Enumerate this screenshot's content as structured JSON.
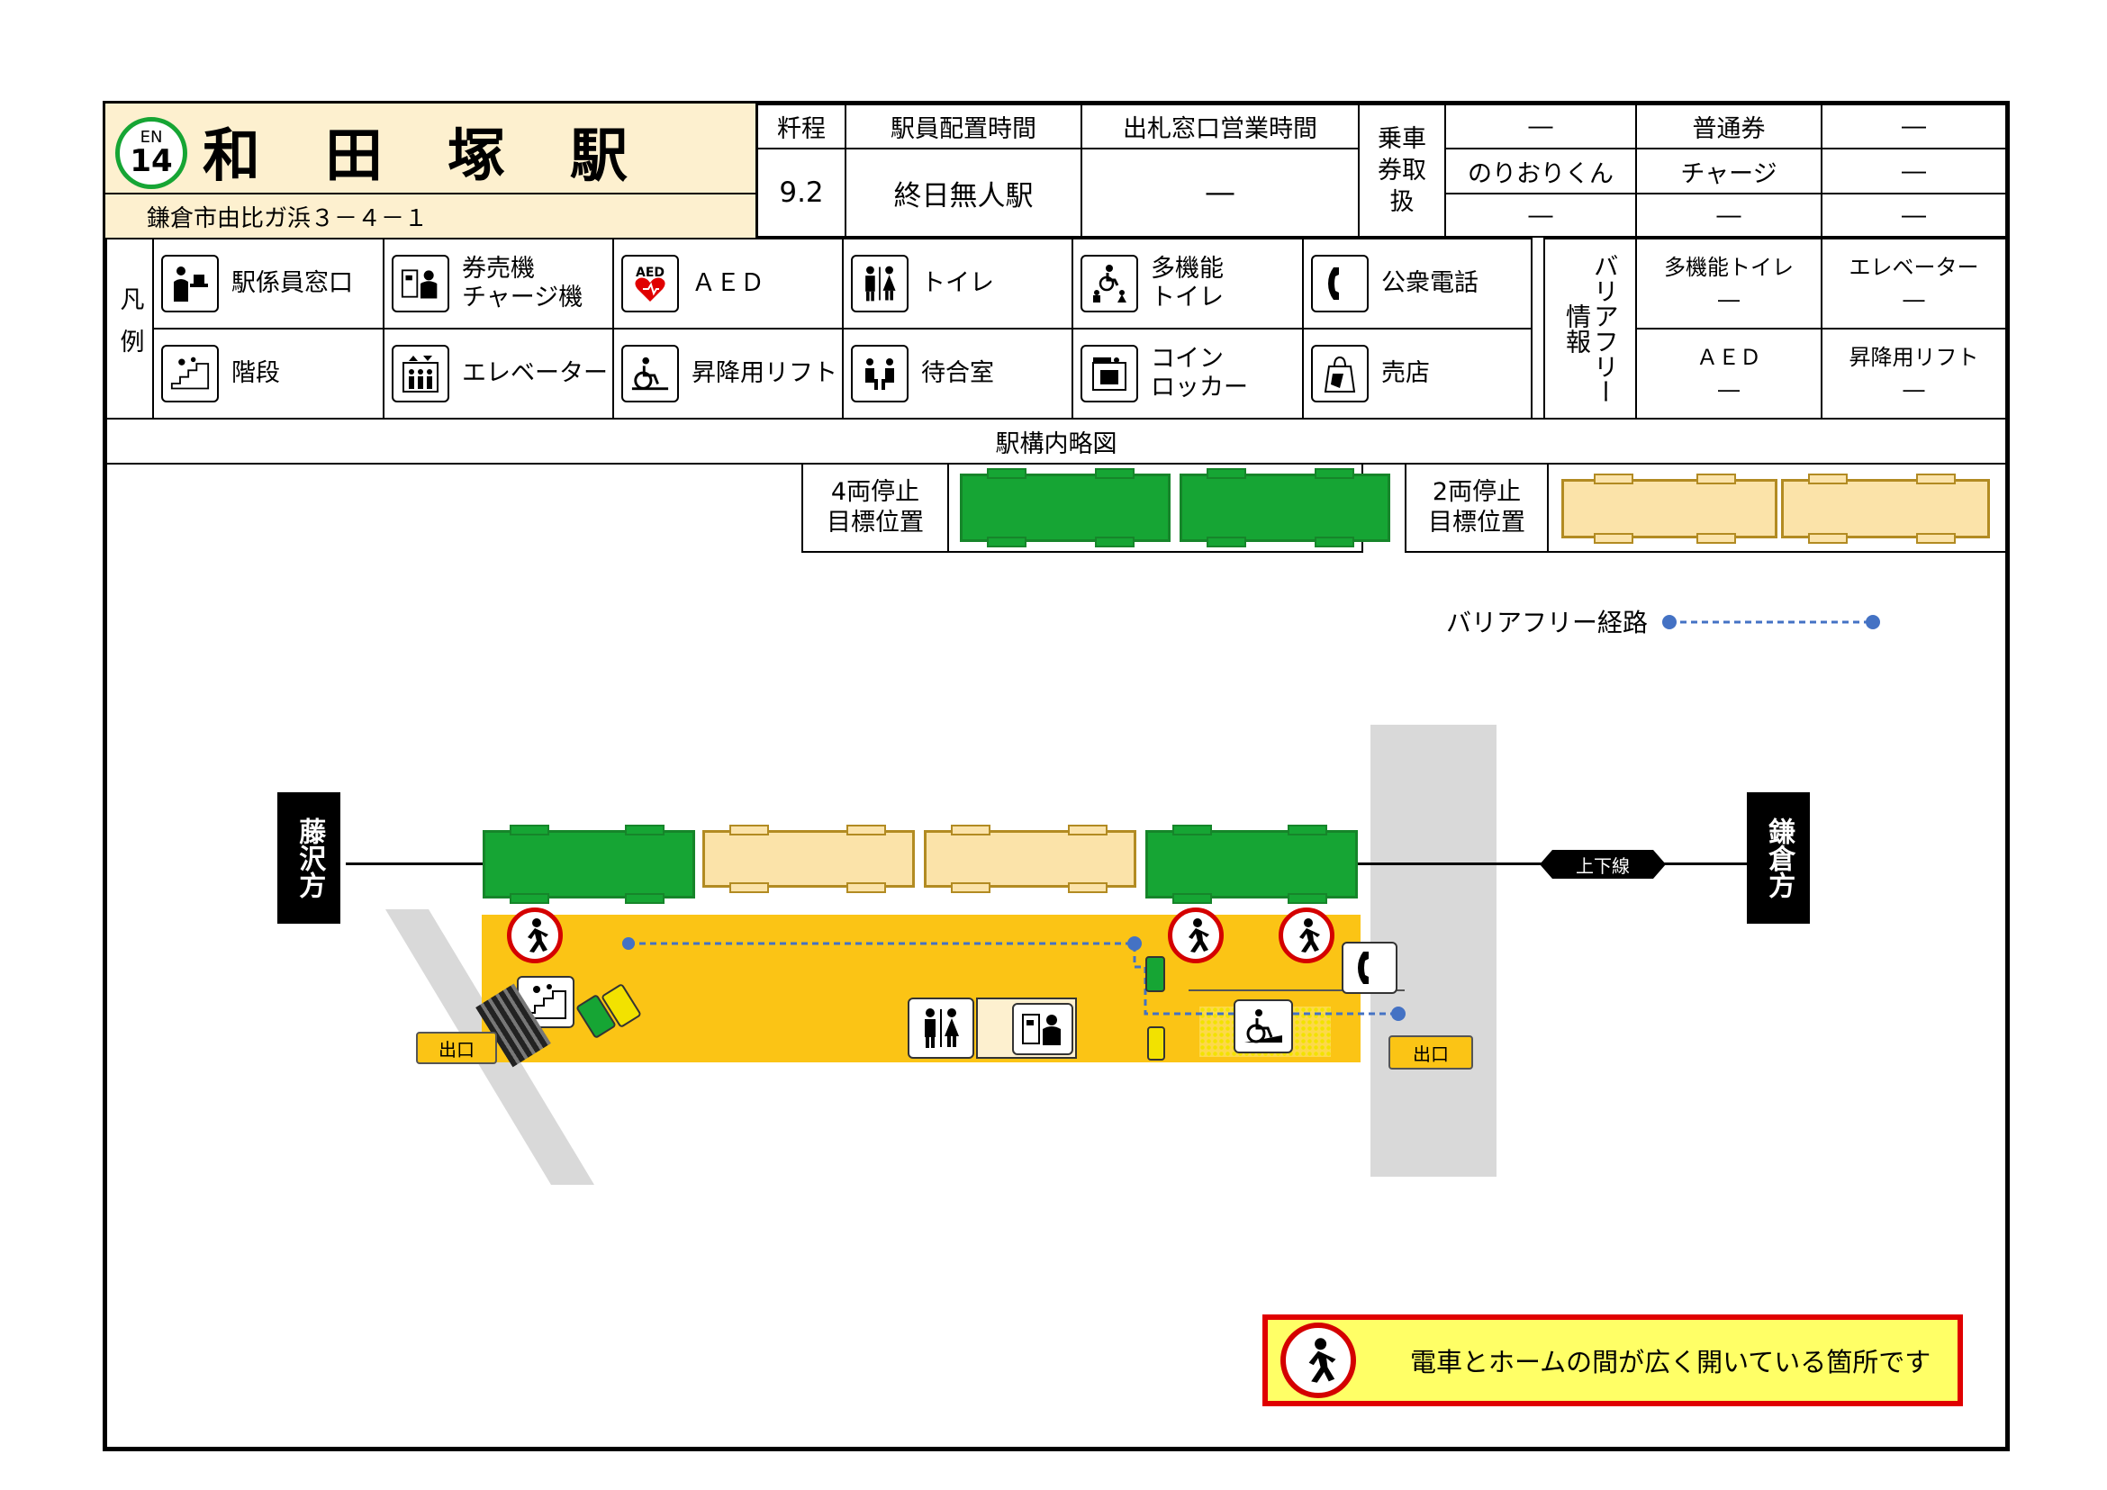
{
  "station": {
    "number_line": "EN",
    "number": "14",
    "name": "和　田　塚　駅",
    "address": "鎌倉市由比ガ浜３－４－１"
  },
  "header": {
    "distance_label": "粁程",
    "distance_value": "9.2",
    "staff_label": "駅員配置時間",
    "staff_value": "終日無人駅",
    "window_label": "出札窓口営業時間",
    "window_value": "―",
    "ticket_label": "乗車券取扱",
    "ticket_rows": [
      [
        "―",
        "普通券",
        "―"
      ],
      [
        "のりおりくん",
        "チャージ",
        "―"
      ],
      [
        "―",
        "―",
        "―"
      ]
    ]
  },
  "legend": {
    "title": "凡例",
    "items": [
      {
        "label": "駅係員窓口",
        "icon": "staff-window-icon"
      },
      {
        "label": "券売機\nチャージ機",
        "icon": "ticket-machine-icon"
      },
      {
        "label": "ＡＥＤ",
        "icon": "aed-icon",
        "badge": "AED"
      },
      {
        "label": "トイレ",
        "icon": "toilet-icon"
      },
      {
        "label": "多機能\nトイレ",
        "icon": "multipurpose-toilet-icon"
      },
      {
        "label": "公衆電話",
        "icon": "phone-icon"
      },
      {
        "label": "階段",
        "icon": "stairs-icon"
      },
      {
        "label": "エレベーター",
        "icon": "elevator-icon"
      },
      {
        "label": "昇降用リフト",
        "icon": "wheelchair-lift-icon"
      },
      {
        "label": "待合室",
        "icon": "waiting-room-icon"
      },
      {
        "label": "コイン\nロッカー",
        "icon": "coin-locker-icon"
      },
      {
        "label": "売店",
        "icon": "shop-icon"
      }
    ]
  },
  "barrier_free": {
    "title": "バリアフリー情報",
    "items": [
      {
        "label": "多機能トイレ",
        "value": "―"
      },
      {
        "label": "エレベーター",
        "value": "―"
      },
      {
        "label": "ＡＥＤ",
        "value": "―"
      },
      {
        "label": "昇降用リフト",
        "value": "―"
      }
    ]
  },
  "map": {
    "title": "駅構内略図",
    "stop4_label": "4両停止\n目標位置",
    "stop2_label": "2両停止\n目標位置",
    "barrier_route_label": "バリアフリー経路",
    "dir_left": "藤沢方",
    "dir_right": "鎌倉方",
    "line_label": "上下線",
    "exit_left": "出口",
    "exit_right": "出口",
    "warning_text": "電車とホームの間が広く開いている箇所です",
    "colors": {
      "train_4car": "#16a534",
      "train_2car": "#fbe3a9",
      "platform": "#fbc415",
      "route": "#4472c4",
      "warning_ring": "#d40000",
      "road": "#d9d9d9"
    }
  }
}
